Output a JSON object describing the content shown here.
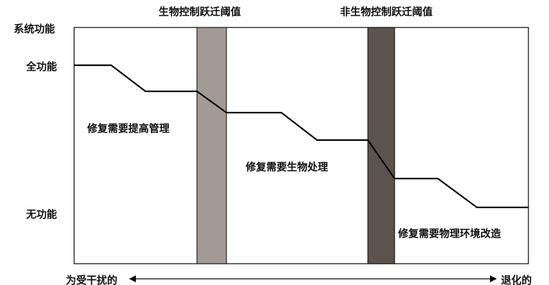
{
  "diagram": {
    "thresholds": {
      "biological": "生物控制跃迁阈值",
      "nonbiological": "非生物控制跃迁阈值"
    },
    "yaxis": {
      "title": "系统功能",
      "full": "全功能",
      "none": "无功能"
    },
    "regions": {
      "management": "修复需要提高管理",
      "biological": "修复需要生物处理",
      "physical": "修复需要物理环境改造"
    },
    "xaxis": {
      "left": "为受干扰的",
      "right": "退化的"
    },
    "colors": {
      "biological_bar": "#a39a96",
      "nonbiological_bar": "#5c524e",
      "line": "#000000"
    }
  }
}
